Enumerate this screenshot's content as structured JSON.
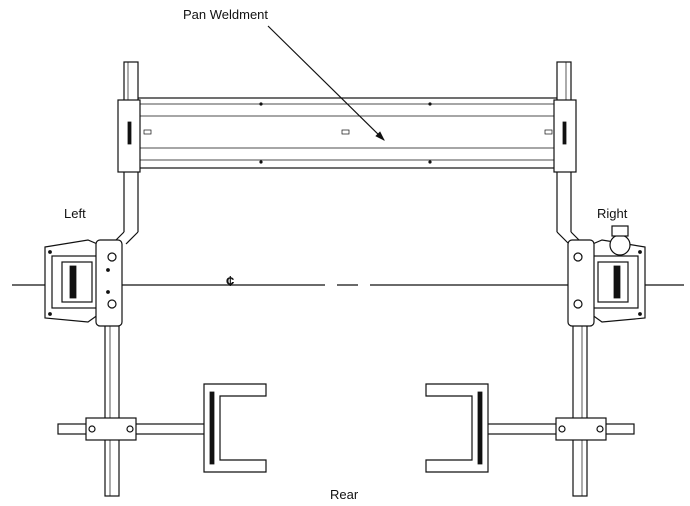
{
  "labels": {
    "pan_weldment": "Pan Weldment",
    "left": "Left",
    "right": "Right",
    "rear": "Rear",
    "centerline": "¢"
  },
  "colors": {
    "line": "#111111",
    "background": "#ffffff"
  }
}
